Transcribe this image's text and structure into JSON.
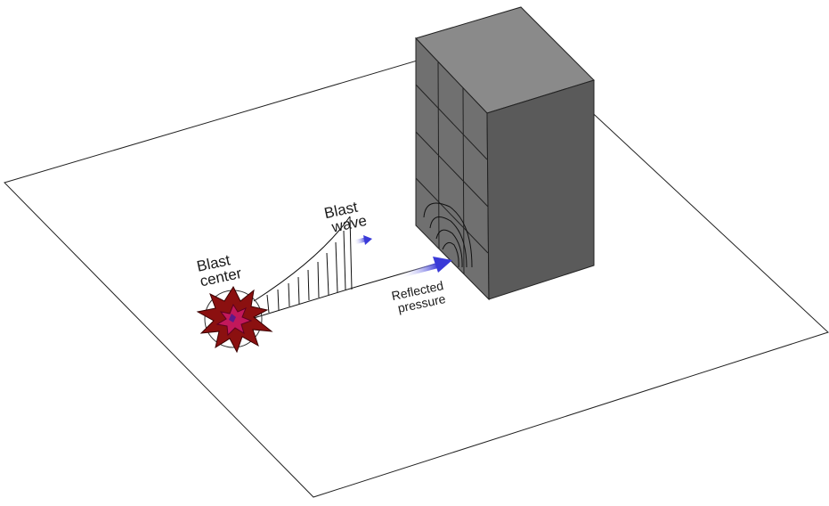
{
  "labels": {
    "blast_center": [
      "Blast",
      "center"
    ],
    "blast_wave": [
      "Blast",
      "wave"
    ],
    "reflected_pressure": [
      "Reflected",
      "pressure"
    ]
  },
  "colors": {
    "building_top": "#8a8a8a",
    "building_front": "#707070",
    "building_side": "#5a5a5a",
    "arrow": "#3a3ad8",
    "blast_outer": "#8b1010",
    "blast_inner": "#c2185b"
  }
}
